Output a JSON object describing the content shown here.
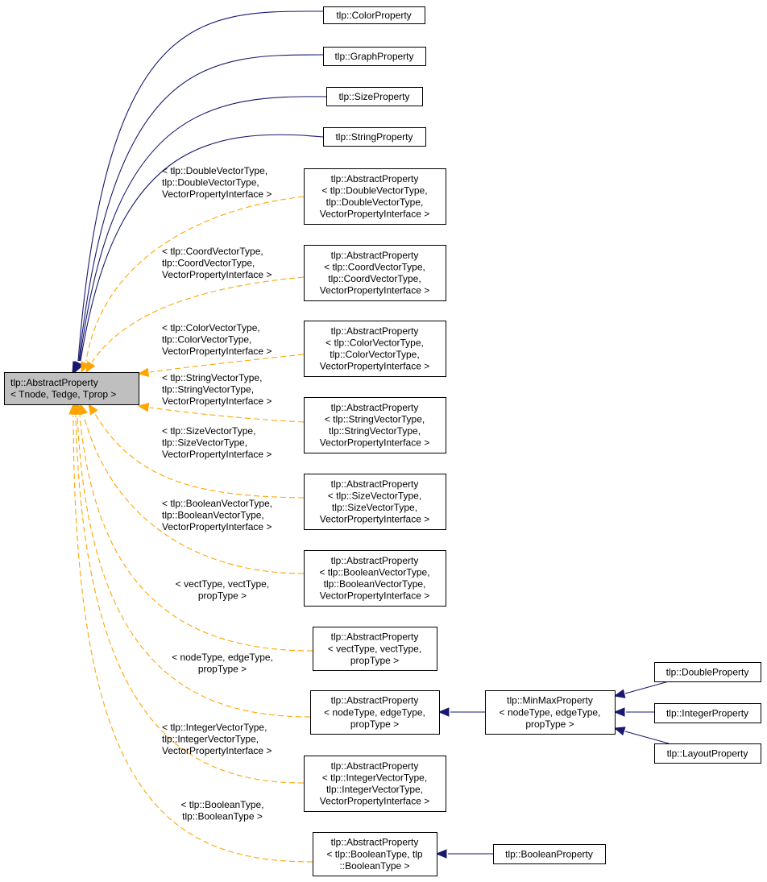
{
  "diagram": {
    "colors": {
      "inherit": "#191970",
      "template": "#ffa500",
      "root_fill": "#bfbfbf"
    },
    "nodes": {
      "root": [
        "tlp::AbstractProperty",
        "< Tnode, Tedge, Tprop >"
      ],
      "color": [
        "tlp::ColorProperty"
      ],
      "graph": [
        "tlp::GraphProperty"
      ],
      "size": [
        "tlp::SizeProperty"
      ],
      "string": [
        "tlp::StringProperty"
      ],
      "ap_double": [
        "tlp::AbstractProperty",
        "< tlp::DoubleVectorType,",
        "tlp::DoubleVectorType,",
        "VectorPropertyInterface >"
      ],
      "ap_coord": [
        "tlp::AbstractProperty",
        "< tlp::CoordVectorType,",
        "tlp::CoordVectorType,",
        "VectorPropertyInterface >"
      ],
      "ap_colorv": [
        "tlp::AbstractProperty",
        "< tlp::ColorVectorType,",
        "tlp::ColorVectorType,",
        "VectorPropertyInterface >"
      ],
      "ap_stringv": [
        "tlp::AbstractProperty",
        "< tlp::StringVectorType,",
        "tlp::StringVectorType,",
        "VectorPropertyInterface >"
      ],
      "ap_sizev": [
        "tlp::AbstractProperty",
        "< tlp::SizeVectorType,",
        "tlp::SizeVectorType,",
        "VectorPropertyInterface >"
      ],
      "ap_boolv": [
        "tlp::AbstractProperty",
        "< tlp::BooleanVectorType,",
        "tlp::BooleanVectorType,",
        "VectorPropertyInterface >"
      ],
      "ap_vect": [
        "tlp::AbstractProperty",
        "< vectType, vectType,",
        "propType >"
      ],
      "ap_node": [
        "tlp::AbstractProperty",
        "< nodeType, edgeType,",
        "propType >"
      ],
      "ap_int": [
        "tlp::AbstractProperty",
        "< tlp::IntegerVectorType,",
        "tlp::IntegerVectorType,",
        "VectorPropertyInterface >"
      ],
      "ap_bool": [
        "tlp::AbstractProperty",
        "< tlp::BooleanType, tlp",
        "::BooleanType >"
      ],
      "minmax": [
        "tlp::MinMaxProperty",
        "< nodeType, edgeType,",
        "propType >"
      ],
      "double": [
        "tlp::DoubleProperty"
      ],
      "integer": [
        "tlp::IntegerProperty"
      ],
      "layout": [
        "tlp::LayoutProperty"
      ],
      "boolean": [
        "tlp::BooleanProperty"
      ]
    },
    "edge_labels": {
      "double": [
        "< tlp::DoubleVectorType,",
        "tlp::DoubleVectorType,",
        "VectorPropertyInterface >"
      ],
      "coord": [
        "< tlp::CoordVectorType,",
        "tlp::CoordVectorType,",
        "VectorPropertyInterface >"
      ],
      "colorv": [
        "< tlp::ColorVectorType,",
        "tlp::ColorVectorType,",
        "VectorPropertyInterface >"
      ],
      "stringv": [
        "< tlp::StringVectorType,",
        "tlp::StringVectorType,",
        "VectorPropertyInterface >"
      ],
      "sizev": [
        "< tlp::SizeVectorType,",
        "tlp::SizeVectorType,",
        "VectorPropertyInterface >"
      ],
      "boolv": [
        "< tlp::BooleanVectorType,",
        "tlp::BooleanVectorType,",
        "VectorPropertyInterface >"
      ],
      "vect": [
        "< vectType, vectType,",
        "propType >"
      ],
      "node": [
        "< nodeType, edgeType,",
        "propType >"
      ],
      "int": [
        "< tlp::IntegerVectorType,",
        "tlp::IntegerVectorType,",
        "VectorPropertyInterface >"
      ],
      "bool": [
        "< tlp::BooleanType,",
        "tlp::BooleanType >"
      ]
    }
  }
}
